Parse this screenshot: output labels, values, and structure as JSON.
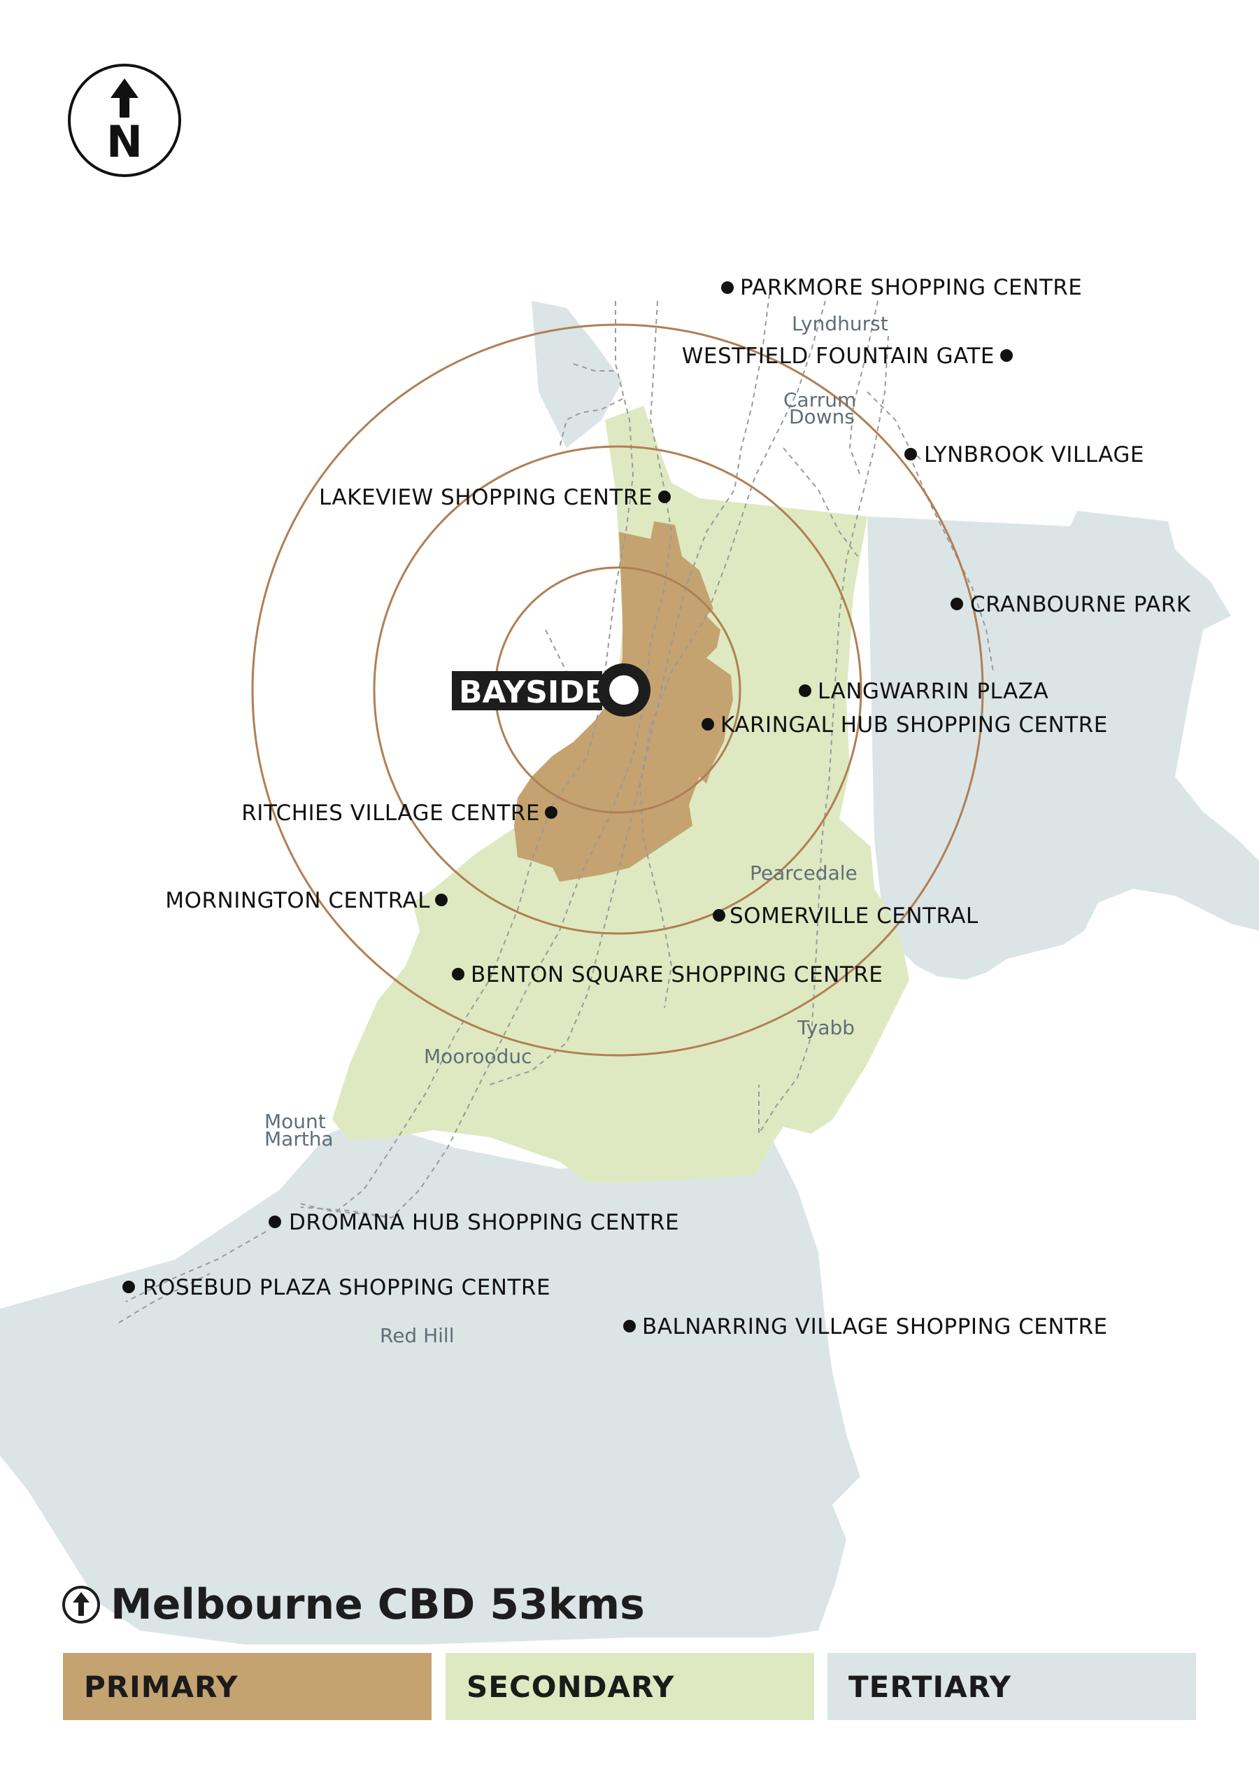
{
  "north_label": "N",
  "centre_label": "BAYSIDE",
  "shopping_centres": [
    {
      "id": "parkmore",
      "label": "PARKMORE SHOPPING CENTRE"
    },
    {
      "id": "westfield",
      "label": "WESTFIELD FOUNTAIN GATE"
    },
    {
      "id": "lynbrook",
      "label": "LYNBROOK VILLAGE"
    },
    {
      "id": "lakeview",
      "label": "LAKEVIEW SHOPPING CENTRE"
    },
    {
      "id": "cranbourne",
      "label": "CRANBOURNE PARK"
    },
    {
      "id": "langwarrin",
      "label": "LANGWARRIN PLAZA"
    },
    {
      "id": "karingal",
      "label": "KARINGAL HUB SHOPPING CENTRE"
    },
    {
      "id": "ritchies",
      "label": "RITCHIES VILLAGE CENTRE"
    },
    {
      "id": "mornington",
      "label": "MORNINGTON CENTRAL"
    },
    {
      "id": "somerville",
      "label": "SOMERVILLE CENTRAL"
    },
    {
      "id": "benton",
      "label": "BENTON SQUARE SHOPPING CENTRE"
    },
    {
      "id": "dromana",
      "label": "DROMANA HUB SHOPPING CENTRE"
    },
    {
      "id": "rosebud",
      "label": "ROSEBUD PLAZA SHOPPING CENTRE"
    },
    {
      "id": "balnarring",
      "label": "BALNARRING VILLAGE SHOPPING CENTRE"
    }
  ],
  "suburbs": {
    "lyndhurst": "Lyndhurst",
    "carrum_downs_1": "Carrum",
    "carrum_downs_2": "Downs",
    "pearcedale": "Pearcedale",
    "tyabb": "Tyabb",
    "moorooduc": "Moorooduc",
    "mount_martha_1": "Mount",
    "mount_martha_2": "Martha",
    "red_hill": "Red Hill"
  },
  "cbd_distance": "Melbourne CBD 53kms",
  "legend": {
    "primary": "PRIMARY",
    "secondary": "SECONDARY",
    "tertiary": "TERTIARY"
  },
  "colors": {
    "primary": "#c4a371",
    "secondary": "#dfe9c1",
    "tertiary": "#dce5e6",
    "rings": "#b07f55",
    "roads": "#9a9a9a"
  }
}
